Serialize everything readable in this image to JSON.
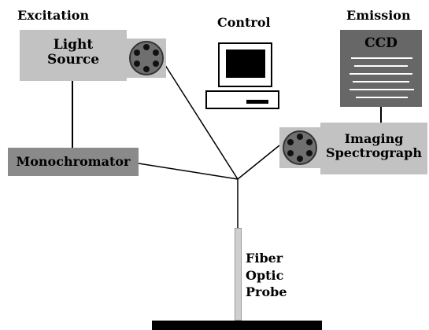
{
  "labels": {
    "excitation": "Excitation",
    "control": "Control",
    "emission": "Emission"
  },
  "light_source": {
    "line1": "Light",
    "line2": "Source"
  },
  "monochromator": {
    "label": "Monochromator"
  },
  "ccd": {
    "label": "CCD"
  },
  "spectrograph": {
    "line1": "Imaging",
    "line2": "Spectrograph"
  },
  "probe": {
    "line1": "Fiber",
    "line2": "Optic",
    "line3": "Probe"
  },
  "colors": {
    "box_light": "#c2c2c2",
    "box_dark": "#8a8a8a",
    "ccd_fill": "#676767",
    "fiber_fill": "#cfcfcf",
    "sample_bar": "#000000"
  }
}
